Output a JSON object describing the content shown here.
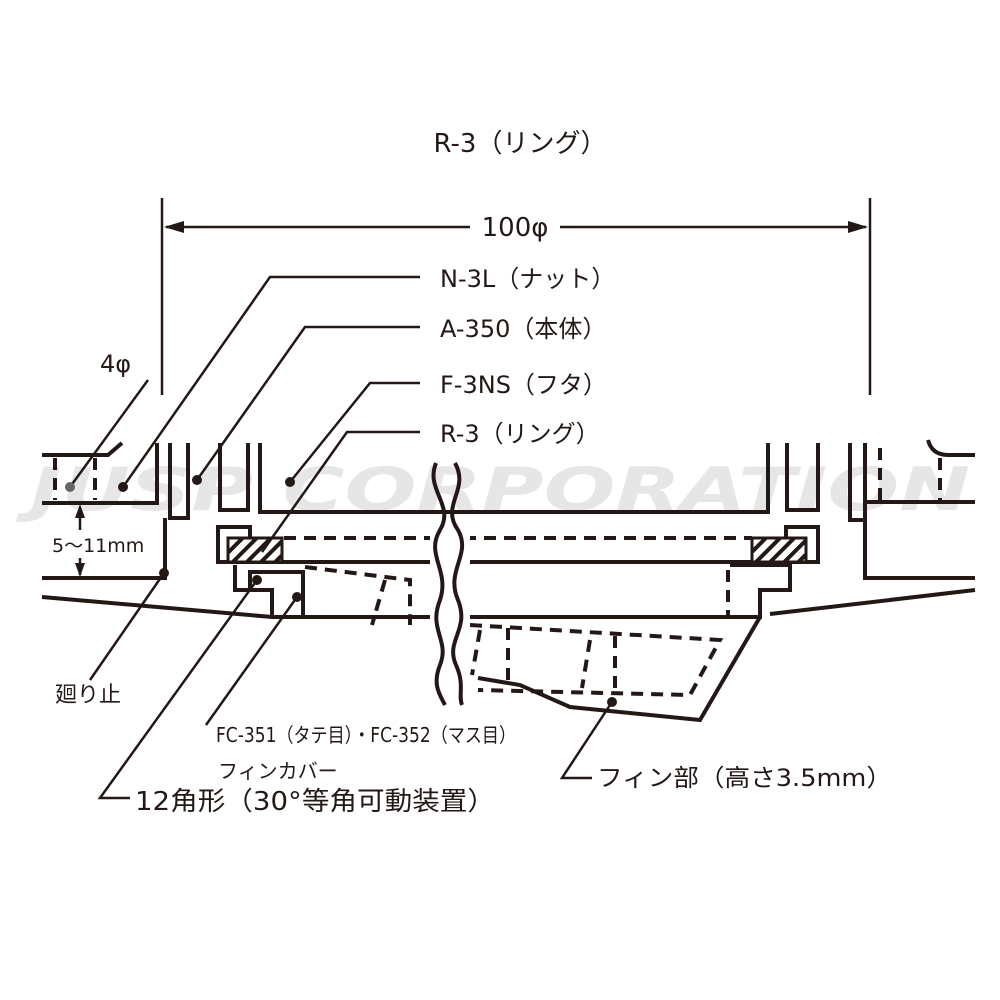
{
  "watermark": "JUSP CORPORATION",
  "title": "R-3（リング）",
  "dimension": {
    "diameter": "100φ",
    "hole": "4φ",
    "gap": "5～11mm"
  },
  "labels": {
    "nut": "N-3L（ナット）",
    "body": "A-350（本体）",
    "lid": "F-3NS（フタ）",
    "ring": "R-3（リング）",
    "anti_rotation": "廻り止",
    "fin_cover_models": "FC-351（タテ目）・FC-352（マス目）",
    "fin_cover": "フィンカバー",
    "dodecagon": "12角形（30°等角可動装置）",
    "fin": "フィン部（高さ3.5mm）"
  },
  "colors": {
    "line": "#231815",
    "watermark": "#e6e6e6"
  }
}
